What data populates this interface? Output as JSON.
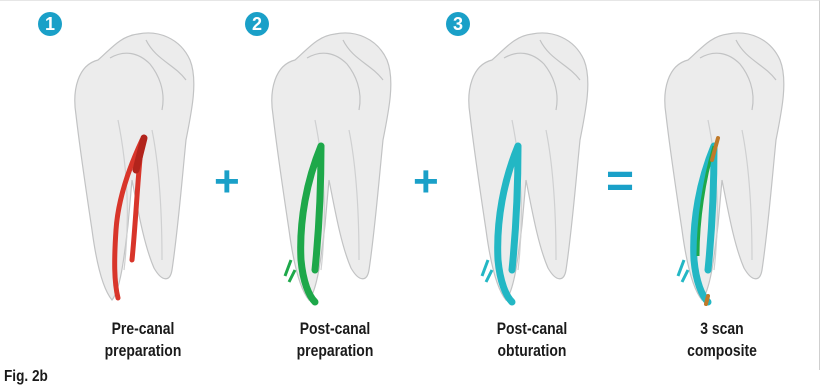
{
  "figure_label": "Fig. 2b",
  "colors": {
    "badge": "#1aa0c8",
    "operator": "#1aa0c8",
    "pre_canal": "#d8352a",
    "post_canal_prep": "#1ea84a",
    "post_canal_obtur": "#23b7c4",
    "tooth_shell": "#d9dadb"
  },
  "panels": [
    {
      "number": "1",
      "label_line1": "Pre-canal",
      "label_line2": "preparation",
      "canal": "pre_canal"
    },
    {
      "number": "2",
      "label_line1": "Post-canal",
      "label_line2": "preparation",
      "canal": "post_canal_prep"
    },
    {
      "number": "3",
      "label_line1": "Post-canal",
      "label_line2": "obturation",
      "canal": "post_canal_obtur"
    },
    {
      "number": "",
      "label_line1": "3 scan",
      "label_line2": "composite",
      "canal": "composite"
    }
  ],
  "operators": [
    "+",
    "+",
    "="
  ]
}
